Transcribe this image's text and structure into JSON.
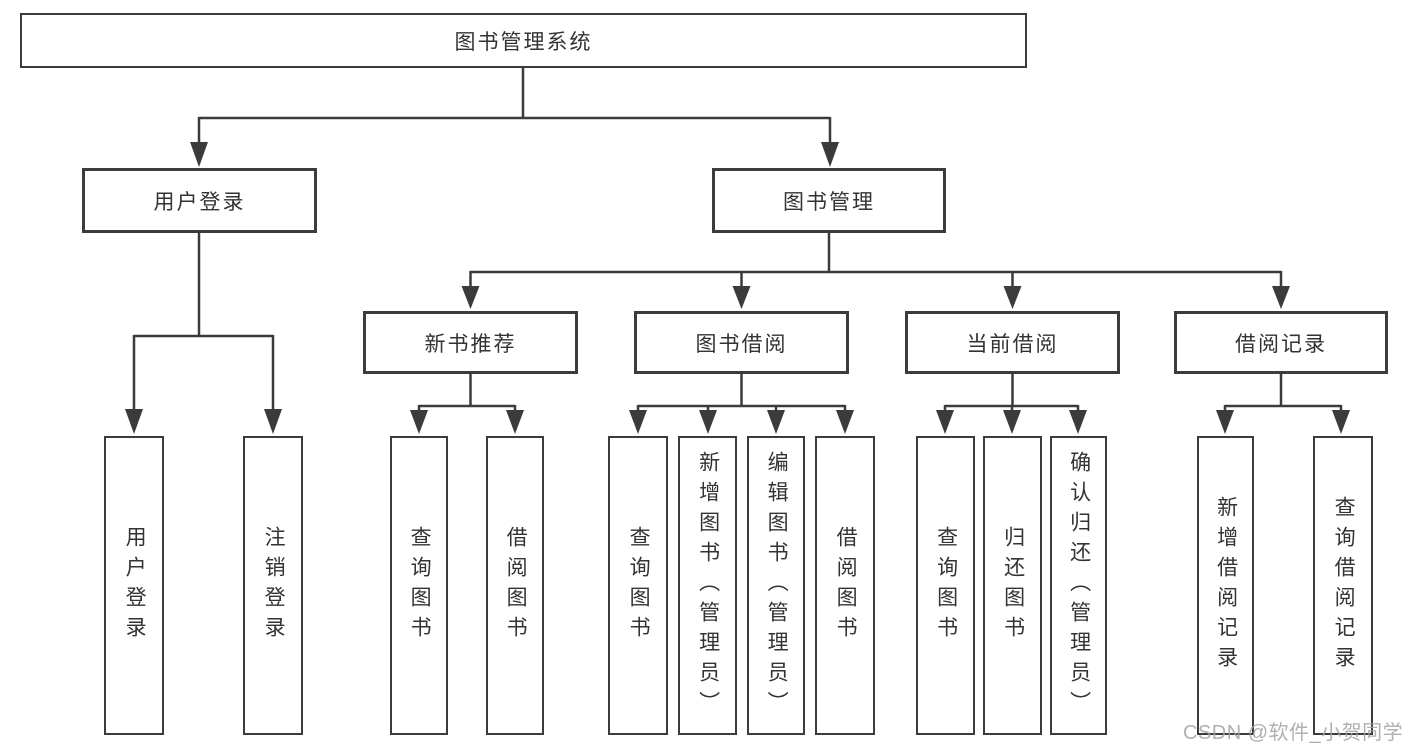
{
  "diagram": {
    "root": "图书管理系统",
    "level2": {
      "user_login": "用户登录",
      "book_management": "图书管理"
    },
    "level3": {
      "new_book": "新书推荐",
      "book_borrow": "图书借阅",
      "current_borrow": "当前借阅",
      "borrow_record": "借阅记录"
    },
    "leaves": {
      "user_login": [
        "用户登录",
        "注销登录"
      ],
      "new_book": [
        "查询图书",
        "借阅图书"
      ],
      "book_borrow": [
        "查询图书",
        "新增图书（管理员）",
        "编辑图书（管理员）",
        "借阅图书"
      ],
      "current_borrow": [
        "查询图书",
        "归还图书",
        "确认归还（管理员）"
      ],
      "borrow_record": [
        "新增借阅记录",
        "查询借阅记录"
      ]
    }
  },
  "watermark": "CSDN @软件_小贺同学",
  "colors": {
    "line": "#3b3b3b",
    "border": "#3c3c3c",
    "text": "#333333",
    "watermark": "#a3a3a3",
    "background": "#ffffff"
  }
}
